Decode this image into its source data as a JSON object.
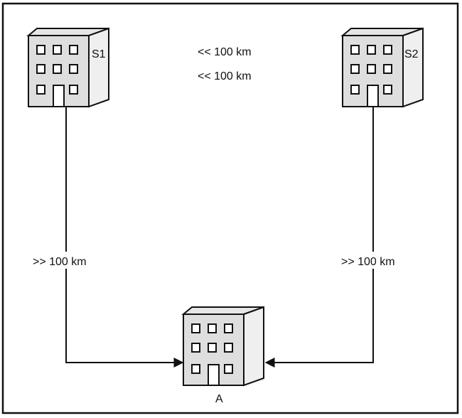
{
  "buildings": {
    "s1": {
      "label": "S1"
    },
    "s2": {
      "label": "S2"
    },
    "a": {
      "label": "A"
    }
  },
  "distances": {
    "top_1": "<< 100 km",
    "top_2": "<< 100 km",
    "left": ">> 100 km",
    "right": ">> 100 km"
  }
}
